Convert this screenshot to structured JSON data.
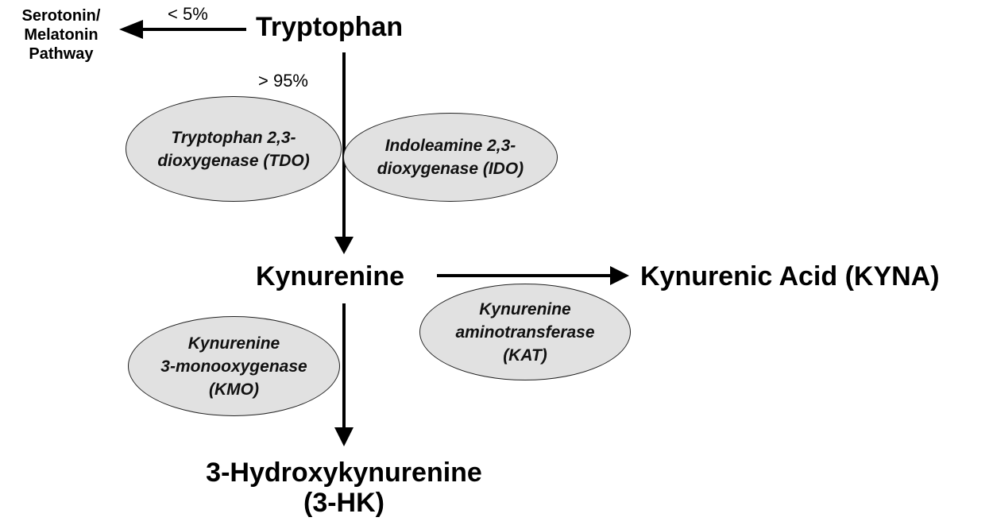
{
  "colors": {
    "ellipse_fill": "#e1e1e1",
    "ink": "#000000"
  },
  "nodes": {
    "tryptophan": "Tryptophan",
    "kynurenine": "Kynurenine",
    "kyna": "Kynurenic Acid (KYNA)",
    "hk_line1": "3-Hydroxykynurenine",
    "hk_line2": "(3-HK)"
  },
  "side_pathway": {
    "line1": "Serotonin/",
    "line2": "Melatonin",
    "line3": "Pathway"
  },
  "percentages": {
    "minor": "< 5%",
    "major": "> 95%"
  },
  "enzymes": {
    "tdo": {
      "line1": "Tryptophan 2,3-",
      "line2": "dioxygenase (TDO)"
    },
    "ido": {
      "line1": "Indoleamine 2,3-",
      "line2": "dioxygenase (IDO)"
    },
    "kmo": {
      "line1": "Kynurenine",
      "line2": "3-monooxygenase",
      "line3": "(KMO)"
    },
    "kat": {
      "line1": "Kynurenine",
      "line2": "aminotransferase",
      "line3": "(KAT)"
    }
  }
}
